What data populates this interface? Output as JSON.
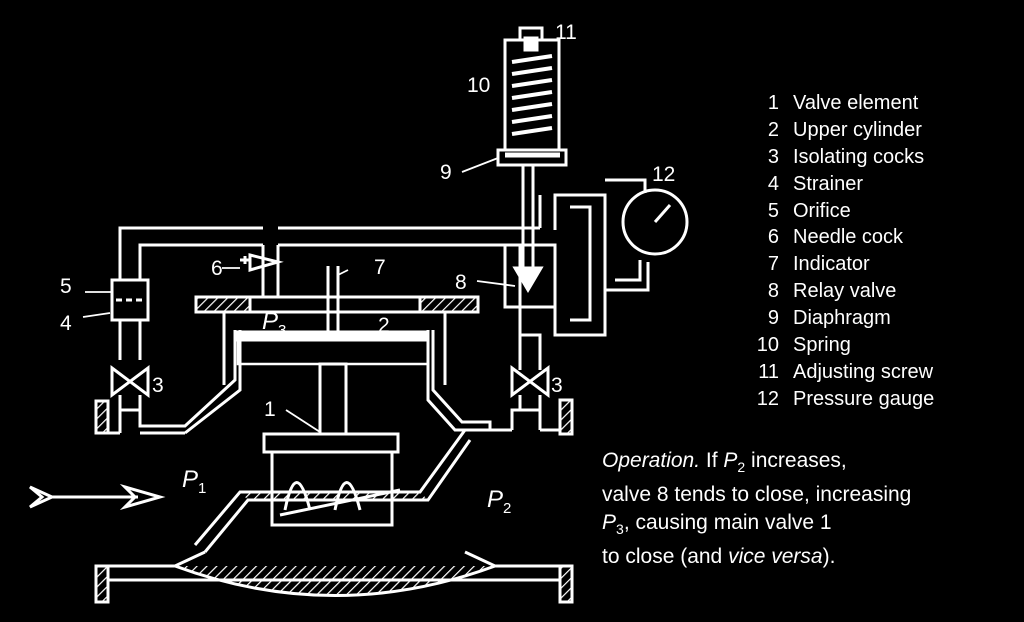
{
  "diagram": {
    "callouts": {
      "c1": "1",
      "c2": "2",
      "c3a": "3",
      "c3b": "3",
      "c4": "4",
      "c5": "5",
      "c6": "6",
      "c7": "7",
      "c8": "8",
      "c9": "9",
      "c10": "10",
      "c11": "11",
      "c12": "12"
    },
    "pressures": {
      "p1_letter": "P",
      "p1_sub": "1",
      "p2_letter": "P",
      "p2_sub": "2",
      "p3_letter": "P",
      "p3_sub": "3"
    }
  },
  "legend": [
    {
      "num": "1",
      "text": "Valve element"
    },
    {
      "num": "2",
      "text": "Upper cylinder"
    },
    {
      "num": "3",
      "text": "Isolating cocks"
    },
    {
      "num": "4",
      "text": "Strainer"
    },
    {
      "num": "5",
      "text": "Orifice"
    },
    {
      "num": "6",
      "text": "Needle cock"
    },
    {
      "num": "7",
      "text": "Indicator"
    },
    {
      "num": "8",
      "text": "Relay valve"
    },
    {
      "num": "9",
      "text": "Diaphragm"
    },
    {
      "num": "10",
      "text": "Spring"
    },
    {
      "num": "11",
      "text": "Adjusting screw"
    },
    {
      "num": "12",
      "text": "Pressure gauge"
    }
  ],
  "operation": {
    "heading": "Operation.",
    "l1_a": " If ",
    "l1_p": "P",
    "l1_sub": "2",
    "l1_b": " increases,",
    "l2": "valve 8 tends to close, increasing",
    "l3_p": "P",
    "l3_sub": "3",
    "l3_b": ", causing main valve 1",
    "l4_a": "to close (and ",
    "l4_it": "vice versa",
    "l4_b": ")."
  },
  "colors": {
    "background": "#000000",
    "ink": "#ffffff"
  }
}
